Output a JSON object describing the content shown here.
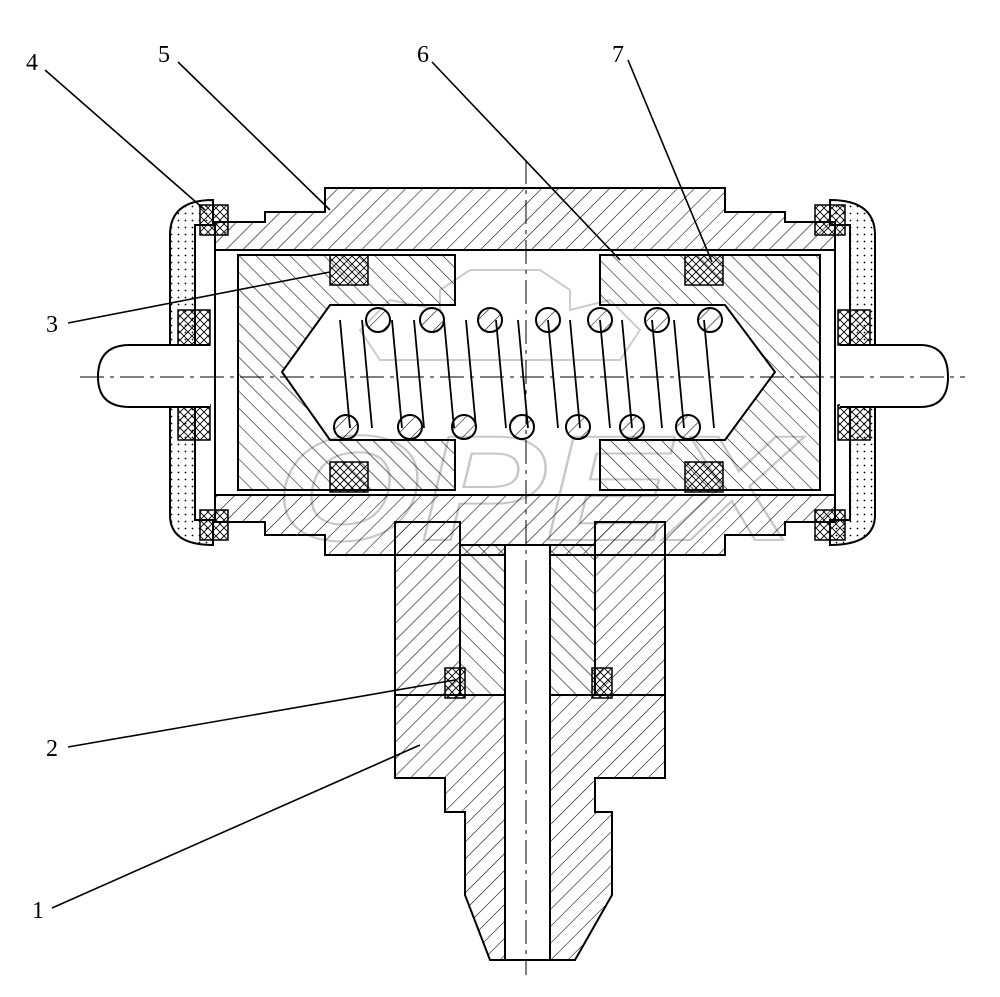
{
  "callouts": [
    {
      "id": "1",
      "label": "1"
    },
    {
      "id": "2",
      "label": "2"
    },
    {
      "id": "3",
      "label": "3"
    },
    {
      "id": "4",
      "label": "4"
    },
    {
      "id": "5",
      "label": "5"
    },
    {
      "id": "6",
      "label": "6"
    },
    {
      "id": "7",
      "label": "7"
    }
  ],
  "watermark": {
    "text": "OPEX"
  },
  "colors": {
    "line": "#000000",
    "hatch": "#000000",
    "watermark": "#9a9a9a",
    "background": "#ffffff"
  }
}
